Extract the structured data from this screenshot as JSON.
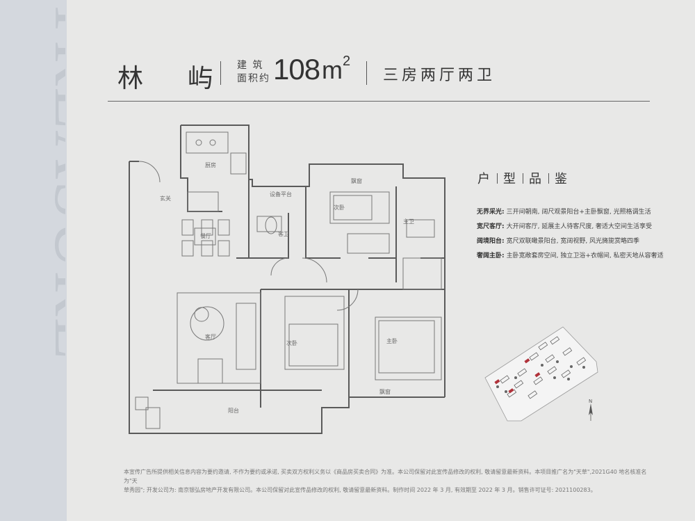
{
  "side_word": "TREASURE",
  "header": {
    "name": "林 屿",
    "area_label_top": "建 筑",
    "area_label_bottom": "面积约",
    "area_value": "108",
    "area_unit": "m",
    "area_sup": "2",
    "layout_type": "三房两厅两卫"
  },
  "rooms": {
    "kitchen": "厨房",
    "entrance": "玄关",
    "dining": "餐厅",
    "equipment": "设备平台",
    "bay_window_top": "飘窗",
    "bedroom2_top": "次卧",
    "master_bath": "主卫",
    "guest_bath": "客卫",
    "living": "客厅",
    "bedroom2_bottom": "次卧",
    "master_bedroom": "主卧",
    "bay_window_bottom": "飘窗",
    "balcony": "阳台"
  },
  "review": {
    "title": [
      "户",
      "型",
      "品",
      "鉴"
    ],
    "features": [
      {
        "label": "无界采光:",
        "text": "三开间朝南, 阔尺观景阳台+主卧飘窗, 光照格调生活"
      },
      {
        "label": "宽尺客厅:",
        "text": "大开间客厅, 延展主人待客尺度, 奢适大空间生活享受"
      },
      {
        "label": "阔境阳台:",
        "text": "宽尺双联瞰景阳台, 宽阔视野, 风光旖旎赏略四季"
      },
      {
        "label": "奢阔主卧:",
        "text": "主卧宽敞套房空间, 独立卫浴+衣帽间, 私密天地从容奢适"
      }
    ]
  },
  "site_plan": {
    "north_label": "N"
  },
  "disclaimer": [
    "本宣传广告所提供相关信息内容为要约邀请, 不作为要约或承诺, 买卖双方权利义务以《商品房买卖合同》为准。本公司保留对此宣传品修改的权利, 敬请留意最新资料。本项目推广名为\"天草\",2021G40 地名核准名为\"天",
    "草秀园\"; 开发公司为: 南京银弘房地产开发有限公司。本公司保留对此宣传品修改的权利, 敬请留意最新资料。制作时间 2022 年 3 月, 有效期至 2022 年 3 月。销售许可证号: 2021100283。"
  ],
  "colors": {
    "background": "#e8e8e7",
    "side_band": "#d4d8de",
    "wall": "#555555",
    "accent_red": "#b0323a"
  }
}
